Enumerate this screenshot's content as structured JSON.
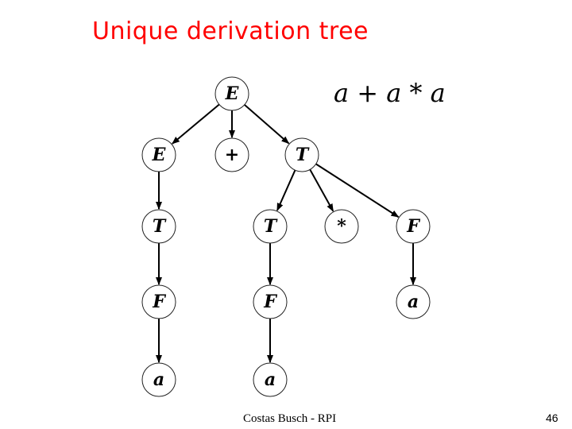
{
  "slide": {
    "title": "Unique derivation tree",
    "expression": "a + a * a",
    "footer_author": "Costas Busch - RPI",
    "page_number": "46"
  },
  "tree": {
    "nodes": [
      {
        "id": "root-E",
        "label": "E"
      },
      {
        "id": "E-left",
        "label": "E"
      },
      {
        "id": "plus",
        "label": "+"
      },
      {
        "id": "T-right",
        "label": "T"
      },
      {
        "id": "T-left",
        "label": "T"
      },
      {
        "id": "T-mid",
        "label": "T"
      },
      {
        "id": "star",
        "label": "*"
      },
      {
        "id": "F-right",
        "label": "F"
      },
      {
        "id": "F-left",
        "label": "F"
      },
      {
        "id": "F-mid",
        "label": "F"
      },
      {
        "id": "a-right",
        "label": "a"
      },
      {
        "id": "a-left",
        "label": "a"
      },
      {
        "id": "a-mid",
        "label": "a"
      }
    ],
    "edges": [
      [
        "root-E",
        "E-left"
      ],
      [
        "root-E",
        "plus"
      ],
      [
        "root-E",
        "T-right"
      ],
      [
        "E-left",
        "T-left"
      ],
      [
        "T-left",
        "F-left"
      ],
      [
        "F-left",
        "a-left"
      ],
      [
        "T-right",
        "T-mid"
      ],
      [
        "T-right",
        "star"
      ],
      [
        "T-right",
        "F-right"
      ],
      [
        "T-mid",
        "F-mid"
      ],
      [
        "F-mid",
        "a-mid"
      ],
      [
        "F-right",
        "a-right"
      ]
    ]
  }
}
